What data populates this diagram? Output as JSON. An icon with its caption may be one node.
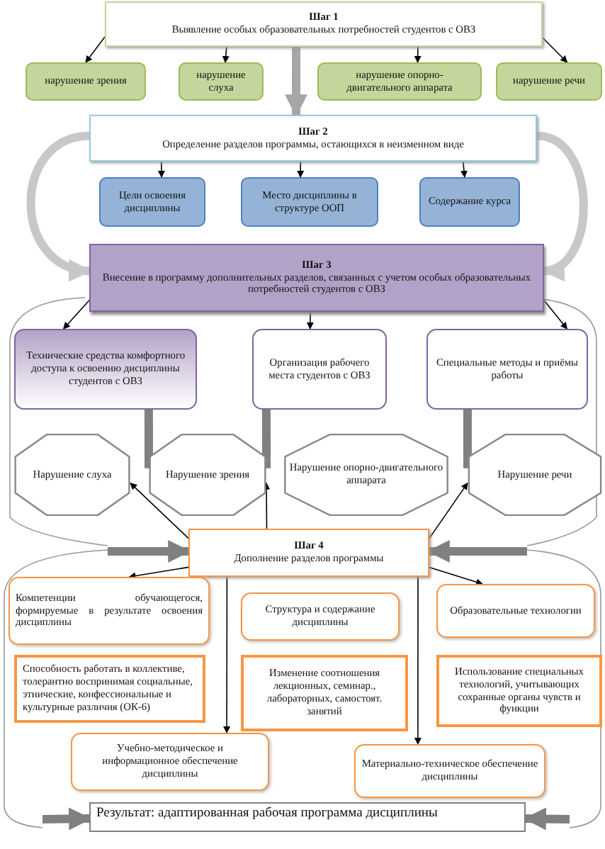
{
  "diagram": {
    "nodes": [
      {
        "text": [
          "Шаг 1",
          "Выявление особых образовательных потребностей студентов с ОВЗ"
        ]
      },
      {
        "text": [
          "нарушение зрения"
        ]
      },
      {
        "text": [
          "нарушение слуха"
        ]
      },
      {
        "text": [
          "нарушение опорно-двигательного аппарата"
        ]
      },
      {
        "text": [
          "нарушение речи"
        ]
      },
      {
        "text": [
          "Шаг 2",
          "Определение разделов программы, остающихся в неизменном виде"
        ]
      },
      {
        "text": [
          "Цели освоения дисциплины"
        ]
      },
      {
        "text": [
          "Место дисциплины в структуре ООП"
        ]
      },
      {
        "text": [
          "Содержание курса"
        ]
      },
      {
        "text": [
          "Шаг 3",
          "Внесение в программу дополнительных разделов, связанных с учетом особых образовательных потребностей студентов с ОВЗ"
        ]
      },
      {
        "text": [
          "Технические средства комфортного доступа к освоению дисциплины студентов с ОВЗ"
        ]
      },
      {
        "text": [
          "Организация рабочего места студентов с ОВЗ"
        ]
      },
      {
        "text": [
          "Специальные методы и приёмы работы"
        ]
      },
      {
        "text": [
          "Нарушение слуха"
        ]
      },
      {
        "text": [
          "Нарушение зрения"
        ]
      },
      {
        "text": [
          "Нарушение опорно-двигательного аппарата"
        ]
      },
      {
        "text": [
          "Нарушение речи"
        ]
      },
      {
        "text": [
          "Шаг 4",
          "Дополнение разделов программы"
        ]
      },
      {
        "text": [
          "Компетенции обучающегося, формируемые в результате освоения дисциплины"
        ]
      },
      {
        "text": [
          "Структура и содержание дисциплины"
        ]
      },
      {
        "text": [
          "Образовательные технологии"
        ]
      },
      {
        "text": [
          "Способность работать в коллективе, толерантно воспринимая социальные, этнические, конфессиональные и культурные различия (ОК-6)"
        ]
      },
      {
        "text": [
          "Изменение соотношения лекционных, семинар., лабораторных, самостоят. занятий"
        ]
      },
      {
        "text": [
          "Использование специальных технологий, учитывающих сохранные органы чувств и функции"
        ]
      },
      {
        "text": [
          "Учебно-методическое и информационное обеспечение дисциплины"
        ]
      },
      {
        "text": [
          "Материально-техническое обеспечение дисциплины"
        ]
      },
      {
        "text": [
          "Результат: адаптированная рабочая программа дисциплины"
        ]
      }
    ],
    "edges": [
      {
        "from": 0,
        "to": 1,
        "arrow": "to"
      },
      {
        "from": 0,
        "to": 2,
        "arrow": "to"
      },
      {
        "from": 0,
        "to": 3,
        "arrow": "to"
      },
      {
        "from": 0,
        "to": 4,
        "arrow": "to"
      },
      {
        "from": 0,
        "to": 5,
        "arrow": "to",
        "style": "thick",
        "color": "#a6a6a6"
      },
      {
        "from": 5,
        "to": 6,
        "arrow": "to"
      },
      {
        "from": 5,
        "to": 7,
        "arrow": "to"
      },
      {
        "from": 5,
        "to": 8,
        "arrow": "to"
      },
      {
        "from": 5,
        "to": 9,
        "arrow": "to",
        "style": "thick",
        "color": "#c8c8c8"
      },
      {
        "from": 5,
        "to": 9,
        "arrow": "to",
        "style": "thick",
        "color": "#c8c8c8"
      },
      {
        "from": 9,
        "to": 10,
        "arrow": "to"
      },
      {
        "from": 9,
        "to": 11,
        "arrow": "to"
      },
      {
        "from": 9,
        "to": 12,
        "arrow": "to"
      },
      {
        "from": 10,
        "to": 14,
        "arrow": "none",
        "style": "thick",
        "color": "#808080"
      },
      {
        "from": 11,
        "to": 14,
        "arrow": "none",
        "style": "thick",
        "color": "#808080"
      },
      {
        "from": 12,
        "to": 16,
        "arrow": "none",
        "style": "thick",
        "color": "#808080"
      },
      {
        "from": 17,
        "to": 13,
        "arrow": "to"
      },
      {
        "from": 17,
        "to": 14,
        "arrow": "to"
      },
      {
        "from": 17,
        "to": 16,
        "arrow": "to"
      },
      {
        "from": null,
        "to": 17,
        "arrow": "to",
        "style": "thick",
        "color": "#808080"
      },
      {
        "from": null,
        "to": 17,
        "arrow": "to",
        "style": "thick",
        "color": "#808080"
      },
      {
        "from": 17,
        "to": 18,
        "arrow": "to"
      },
      {
        "from": 17,
        "to": 20,
        "arrow": "to"
      },
      {
        "from": 17,
        "to": 24,
        "arrow": "to"
      },
      {
        "from": 17,
        "to": 25,
        "arrow": "to"
      },
      {
        "from": null,
        "to": 26,
        "arrow": "to",
        "style": "thick",
        "color": "#808080"
      },
      {
        "from": null,
        "to": 26,
        "arrow": "to",
        "style": "thick",
        "color": "#808080"
      }
    ]
  }
}
